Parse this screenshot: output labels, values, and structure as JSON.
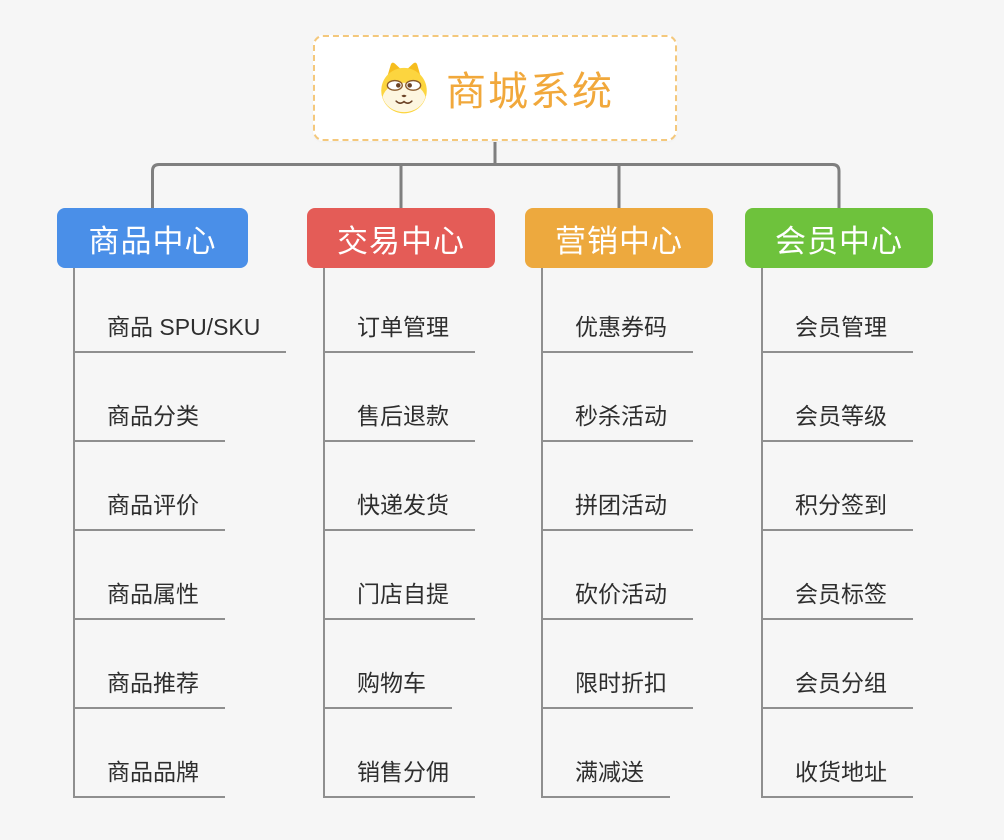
{
  "canvas": {
    "background_color": "#f6f6f6",
    "connector_color": "#7f7f7f",
    "underline_color": "#8f8f8f"
  },
  "root": {
    "title": "商城系统",
    "icon": "shiba-dog-icon",
    "text_color": "#f1a83b",
    "border_color": "#f4c87c"
  },
  "branches": [
    {
      "label": "商品中心",
      "color": "#4a8fe8",
      "items": [
        "商品 SPU/SKU",
        "商品分类",
        "商品评价",
        "商品属性",
        "商品推荐",
        "商品品牌"
      ]
    },
    {
      "label": "交易中心",
      "color": "#e45c57",
      "items": [
        "订单管理",
        "售后退款",
        "快递发货",
        "门店自提",
        "购物车",
        "销售分佣"
      ]
    },
    {
      "label": "营销中心",
      "color": "#eda93e",
      "items": [
        "优惠券码",
        "秒杀活动",
        "拼团活动",
        "砍价活动",
        "限时折扣",
        "满减送"
      ]
    },
    {
      "label": "会员中心",
      "color": "#6ec23c",
      "items": [
        "会员管理",
        "会员等级",
        "积分签到",
        "会员标签",
        "会员分组",
        "收货地址"
      ]
    }
  ]
}
